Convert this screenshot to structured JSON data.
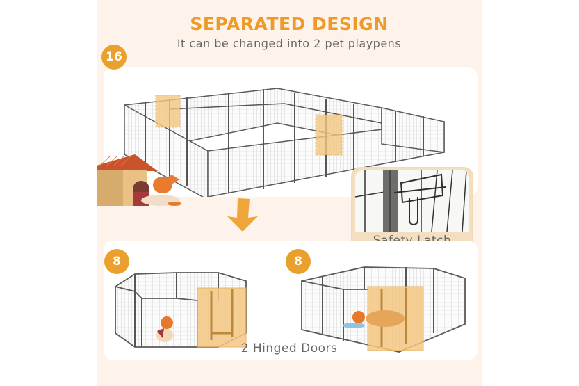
{
  "header": {
    "title": "SEPARATED DESIGN",
    "subtitle": "It can be changed into 2 pet playpens"
  },
  "top_section": {
    "badge": "16",
    "illustration": "16-panel large playpen with 2 doors",
    "doghouse": "doghouse-with-dog-illustration"
  },
  "arrow": "arrow-down-icon",
  "safety_latch": {
    "caption": "Safety Latch"
  },
  "bottom_section": {
    "left_badge": "8",
    "right_badge": "8",
    "caption": "2 Hinged Doors"
  },
  "colors": {
    "accent": "#ef9a28",
    "badge": "#e9a02d",
    "background": "#fdf3ea",
    "card": "#ffffff",
    "door_highlight": "#f4c783",
    "frame": "#555555"
  }
}
